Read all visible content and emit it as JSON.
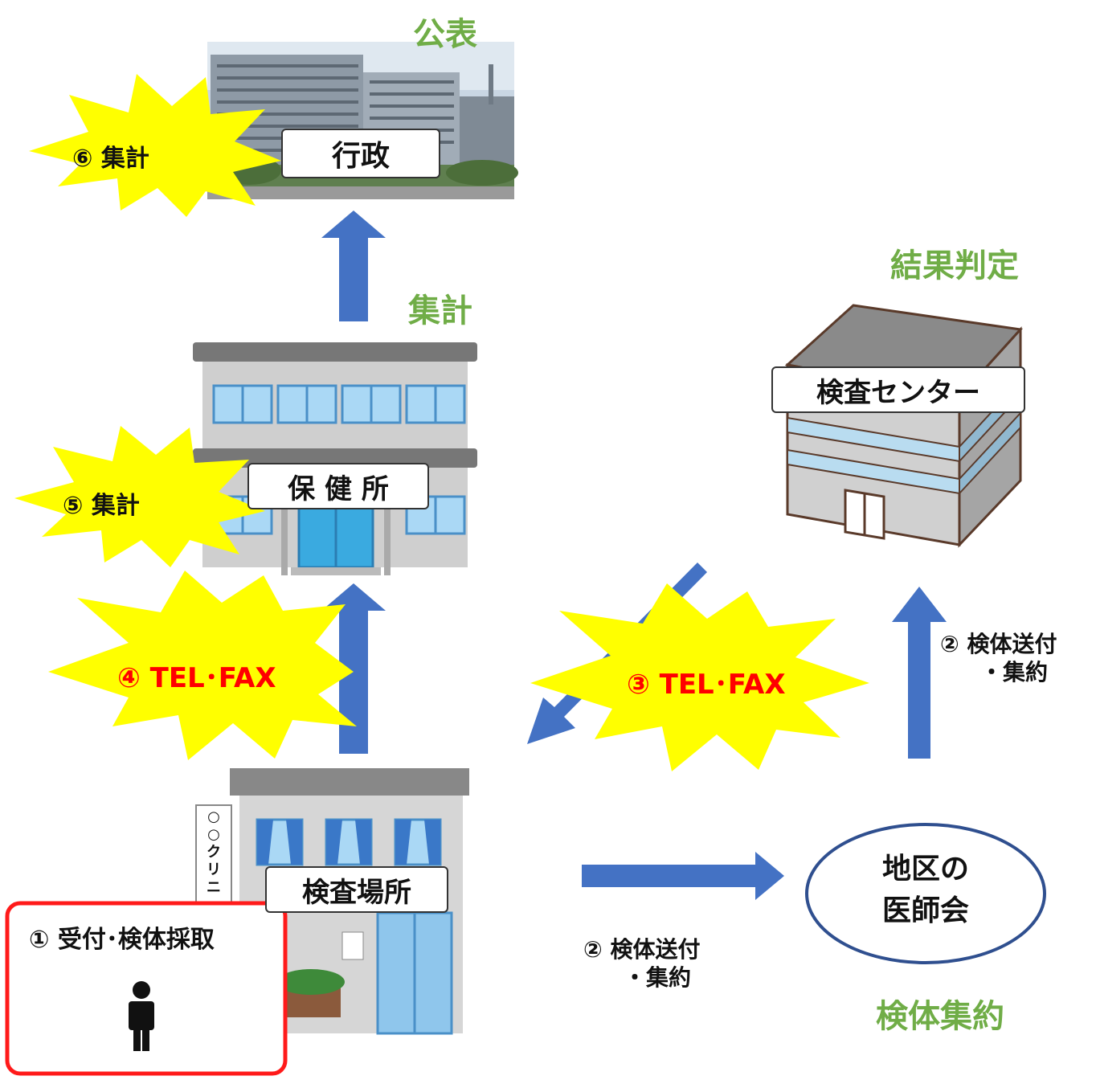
{
  "labels": {
    "kohyo": "公表",
    "kekka_hantei": "結果判定",
    "shukei_top": "集計",
    "kentai_shuyaku": "検体集約"
  },
  "buildings": {
    "gyosei": "行政",
    "hokenjo": "保 健 所",
    "kensa_center": "検査センター",
    "kensa_basho": "検査場所",
    "ishikai_line1": "地区の",
    "ishikai_line2": "医師会",
    "clinic_sign": [
      "○",
      "○",
      "ク",
      "リ",
      "ニ"
    ]
  },
  "steps": {
    "step1": "① 受付･検体採取",
    "step2_right_line1": "② 検体送付",
    "step2_right_line2": "・集約",
    "step2_bottom_line1": "② 検体送付",
    "step2_bottom_line2": "・集約",
    "step3_num": "③",
    "step3_text": "TEL･FAX",
    "step4_num": "④",
    "step4_text": "TEL･FAX",
    "step5": "⑤ 集計",
    "step6": "⑥ 集計"
  },
  "colors": {
    "arrow": "#4472c4",
    "star": "#ffff00",
    "green": "#70ad47",
    "red": "#ff0000",
    "ellipse_border": "#2f4f8f"
  }
}
